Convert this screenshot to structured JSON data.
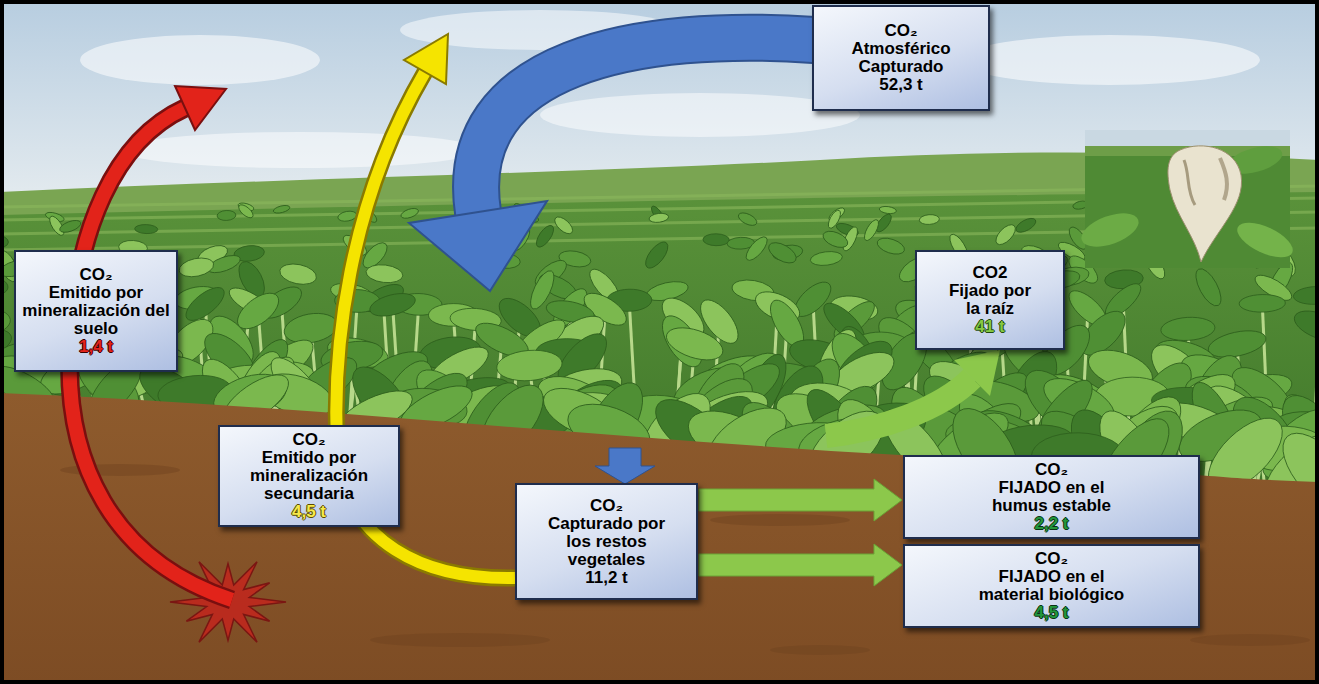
{
  "diagram": {
    "nodes": [
      {
        "text": [
          "CO₂",
          "Atmosférico Capturado",
          "52,3 t"
        ]
      },
      {
        "text": [
          "CO₂",
          "Emitido por mineralización del suelo",
          "1,4 t"
        ]
      },
      {
        "text": [
          "CO2",
          "Fijado por la raíz",
          "41 t"
        ]
      },
      {
        "text": [
          "CO₂",
          "Emitido por mineralización secundaria",
          "4,5 t"
        ]
      },
      {
        "text": [
          "CO₂",
          "Capturado por los restos vegetales",
          "11,2 t"
        ]
      },
      {
        "text": [
          "CO₂",
          "FIJADO en el humus estable",
          "2,2 t"
        ]
      },
      {
        "text": [
          "CO₂",
          "FIJADO en el material biológico",
          "4,5 t"
        ]
      }
    ],
    "edges": [
      {
        "from": 4,
        "to": 5,
        "arrow": "to"
      },
      {
        "from": 4,
        "to": 6,
        "arrow": "to"
      }
    ]
  }
}
